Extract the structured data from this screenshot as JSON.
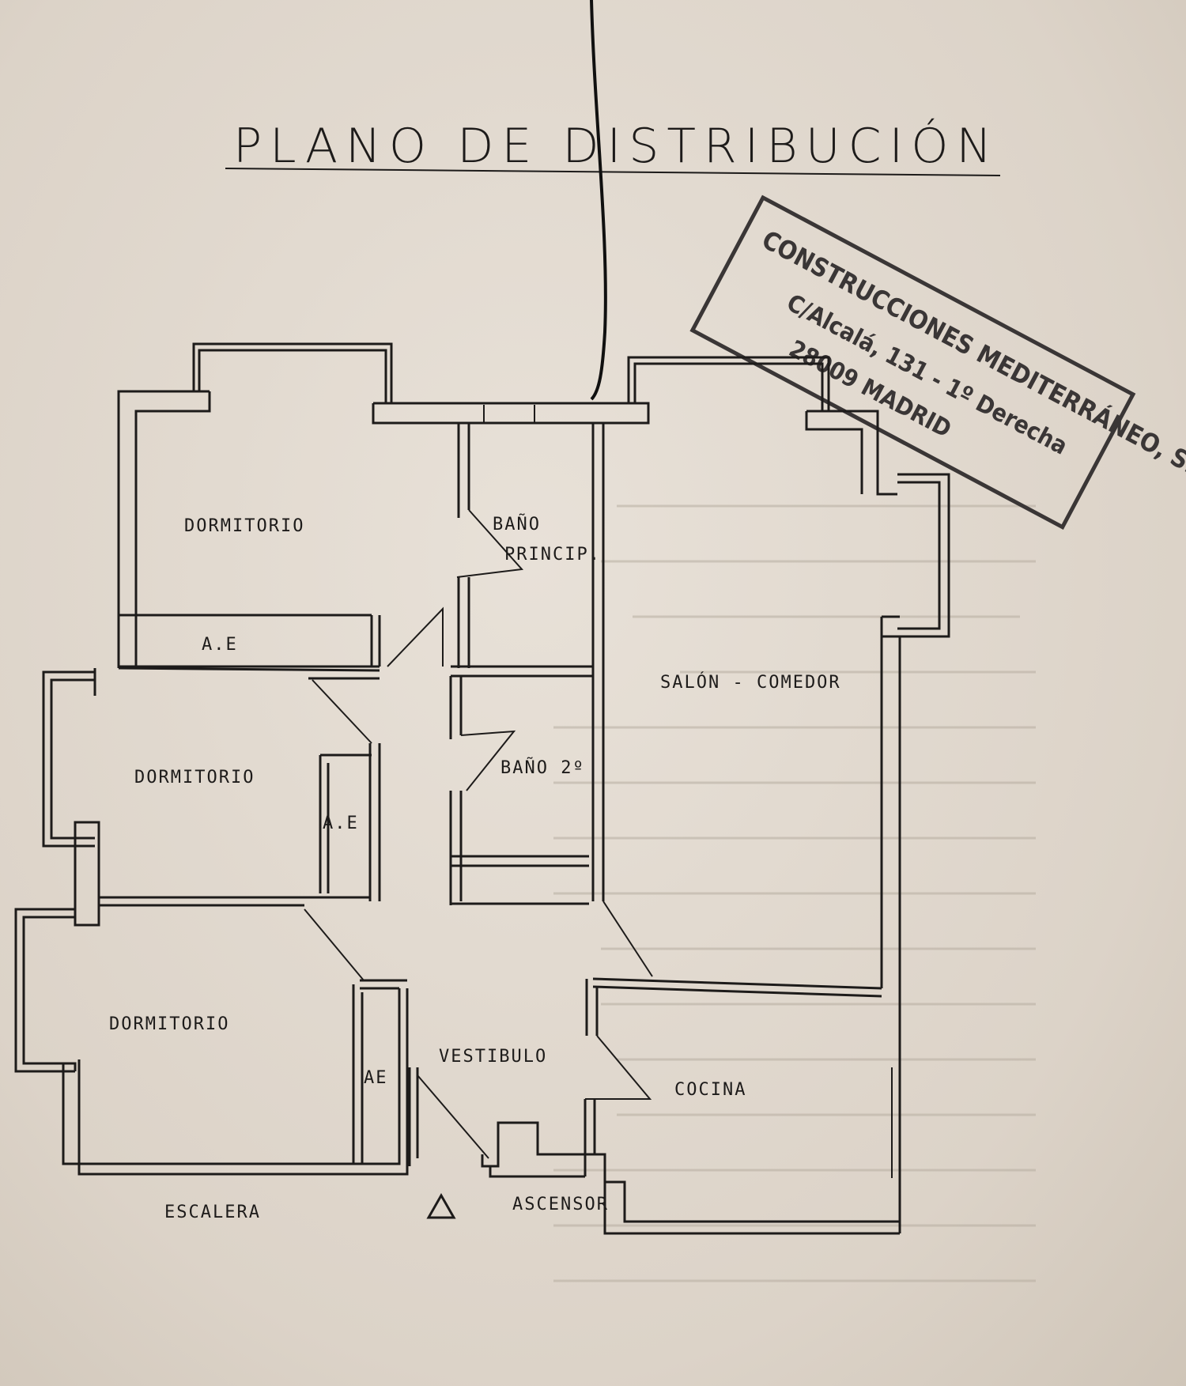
{
  "title": "PLANO DE DISTRIBUCIÓN",
  "rooms": {
    "dormitorio_1": "DORMITORIO",
    "bano_principal_line1": "BAÑO",
    "bano_principal_line2": "PRINCIP.",
    "ae_1": "A.E",
    "salon_comedor": "SALÓN - COMEDOR",
    "dormitorio_2": "DORMITORIO",
    "ae_2": "A.E",
    "bano_2": "BAÑO 2º",
    "dormitorio_3": "DORMITORIO",
    "ae_3": "AE",
    "vestibulo": "VESTIBULO",
    "cocina": "COCINA",
    "escalera": "ESCALERA",
    "ascensor": "ASCENSOR"
  },
  "stamp": {
    "line1": "CONSTRUCCIONES MEDITERRÁNEO, S.A.",
    "line2": "C/Alcalá, 131 - 1º Derecha",
    "line3": "28009 MADRID"
  },
  "colors": {
    "paper": "#e3dbd1",
    "ink": "#1d1b1a",
    "stamp_ink": "#3a3636"
  }
}
